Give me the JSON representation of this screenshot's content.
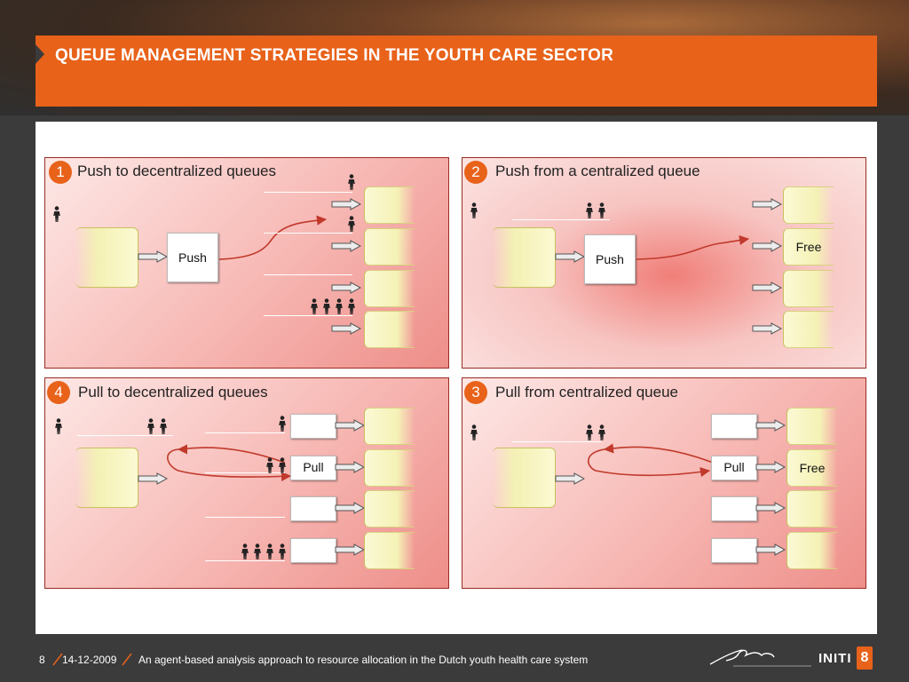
{
  "slide": {
    "title": "QUEUE MANAGEMENT STRATEGIES IN THE YOUTH CARE SECTOR"
  },
  "panels": [
    {
      "number": "1",
      "title": "Push to decentralized queues",
      "box_label": "Push"
    },
    {
      "number": "2",
      "title": "Push from a centralized queue",
      "box_label": "Push",
      "free_label": "Free"
    },
    {
      "number": "4",
      "title": "Pull to decentralized queues",
      "box_label": "Pull"
    },
    {
      "number": "3",
      "title": "Pull from centralized queue",
      "box_label": "Pull",
      "free_label": "Free"
    }
  ],
  "footer": {
    "page": "8",
    "date": "14-12-2009",
    "description": "An agent-based analysis approach to resource allocation in the Dutch youth health care system",
    "logo_text": "INITI",
    "logo_digit": "8"
  },
  "colors": {
    "accent": "#e8621a",
    "panel_border": "#9b2c23",
    "flow_arrow": "#c0392b"
  }
}
